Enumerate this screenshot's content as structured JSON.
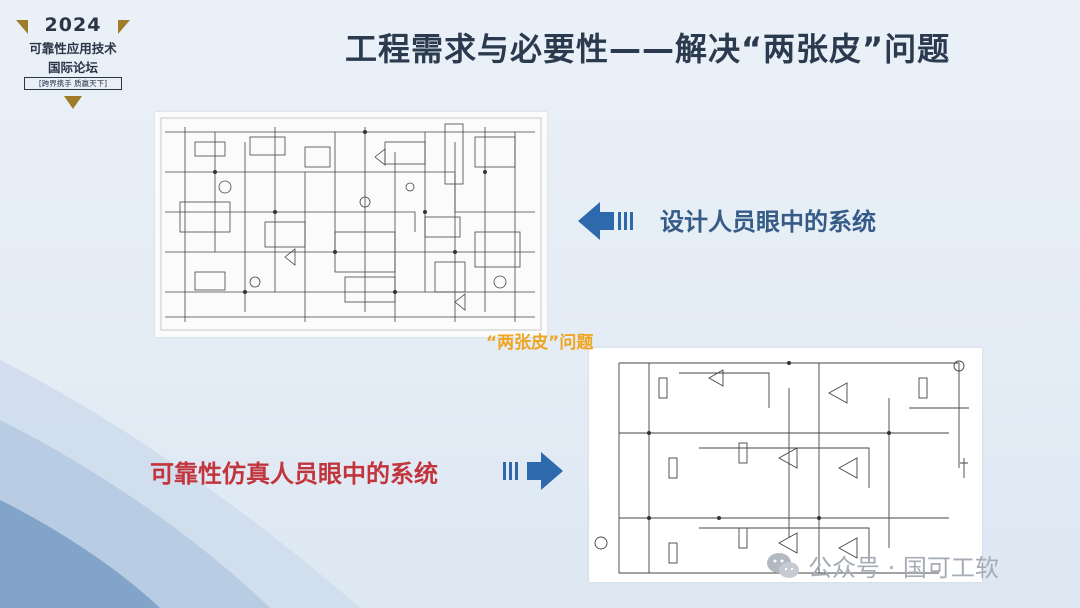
{
  "logo": {
    "year": "2024",
    "line1": "可靠性应用技术",
    "line2": "国际论坛",
    "tagline": "[跨界携手 质赢天下]"
  },
  "title": "工程需求与必要性——解决“两张皮”问题",
  "labels": {
    "designers": "设计人员眼中的系统",
    "reliability": "可靠性仿真人员眼中的系统",
    "two_skins": "“两张皮”问题"
  },
  "watermark": {
    "text": "公众号 · 国可工软",
    "icon": "wechat-icon"
  },
  "colors": {
    "title": "#2b3a4e",
    "designers": "#355b86",
    "reliability": "#c2353d",
    "two_skins": "#f0a520",
    "arrow_blue": "#2e69ad",
    "logo_gold": "#a07b2a"
  }
}
